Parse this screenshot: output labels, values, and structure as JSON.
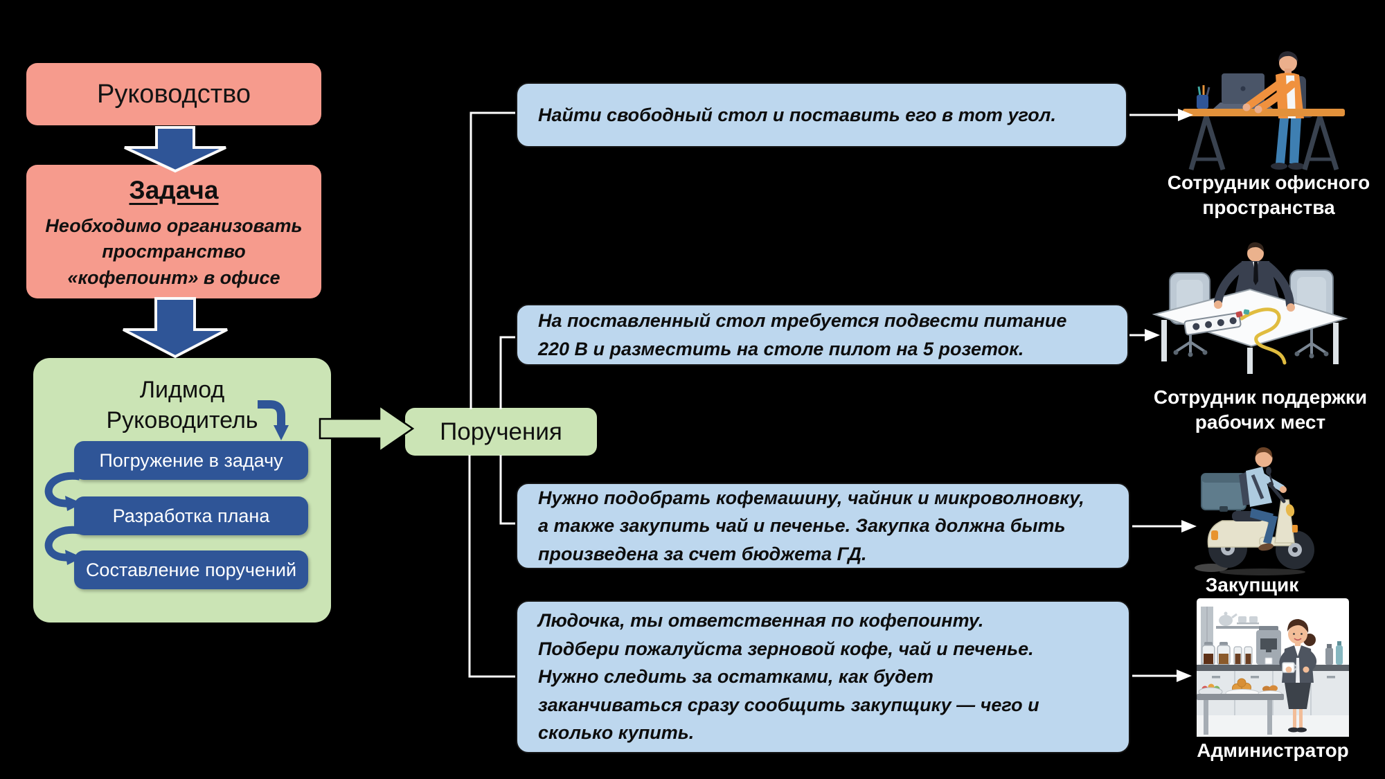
{
  "palette": {
    "background": "#000000",
    "pink": "#F69B8D",
    "green": "#CBE4B5",
    "dark_blue": "#2F5597",
    "light_blue": "#BDD7EE",
    "connector_white": "#FFFFFF"
  },
  "flow": {
    "leadership_label": "Руководство",
    "task_title": "Задача",
    "task_description": "Необходимо организовать\nпространство\n«кофепоинт» в офисе",
    "leader_title": "Лидмод Руководитель",
    "leader_steps": [
      {
        "label": "Погружение в задачу"
      },
      {
        "label": "Разработка плана"
      },
      {
        "label": "Составление поручений"
      }
    ],
    "assignments_label": "Поручения"
  },
  "orders": [
    {
      "text": "Найти свободный стол и поставить его в тот угол.",
      "assignee": "Сотрудник офисного пространства",
      "illustration": "employee-working-at-desk"
    },
    {
      "text": "На поставленный стол требуется подвести питание\n220 В и разместить на столе пилот на 5 розеток.",
      "assignee": "Сотрудник поддержки рабочих мест",
      "illustration": "worker-setting-up-power-strip"
    },
    {
      "text": "Нужно подобрать кофемашину, чайник и микроволновку,\nа также закупить чай и печенье. Закупка должна быть\nпроизведена за счет бюджета ГД.",
      "assignee": "Закупщик",
      "illustration": "buyer-on-scooter"
    },
    {
      "text": "Людочка, ты ответственная по кофепоинту.\nПодбери пожалуйста зерновой кофе, чай и печенье.\nНужно следить за остатками, как будет\nзаканчиваться сразу сообщить закупщику — чего и\nсколько купить.",
      "assignee": "Администратор",
      "illustration": "administrator-in-kitchen"
    }
  ]
}
